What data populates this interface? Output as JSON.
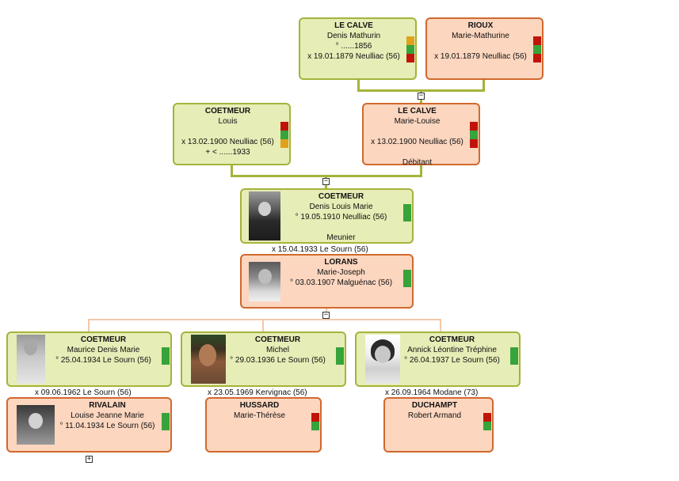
{
  "colors": {
    "male_bg": "#e6edb6",
    "male_border": "#a5b33a",
    "female_bg": "#fcd6bf",
    "female_border": "#d1692e",
    "flag_red": "#c0140a",
    "flag_green": "#37a33b",
    "flag_orange": "#e0a21b"
  },
  "toggles": {
    "collapse": "−",
    "expand": "+"
  },
  "persons": {
    "lecalve_denis": {
      "surname": "LE CALVE",
      "given": "Denis Mathurin",
      "l1": "° ......1856",
      "l2": "x 19.01.1879 Neulliac (56)"
    },
    "rioux": {
      "surname": "RIOUX",
      "given": "Marie-Mathurine",
      "l2": "x 19.01.1879 Neulliac (56)"
    },
    "coetmeur_louis": {
      "surname": "COETMEUR",
      "given": "Louis",
      "l2": "x 13.02.1900 Neulliac (56)",
      "l3": "+ < ......1933"
    },
    "lecalve_marielouise": {
      "surname": "LE CALVE",
      "given": "Marie-Louise",
      "l2": "x 13.02.1900 Neulliac (56)",
      "l3": "Débitant"
    },
    "coetmeur_denis": {
      "surname": "COETMEUR",
      "given": "Denis Louis Marie",
      "l1": "° 19.05.1910 Neulliac (56)",
      "l3": "Meunier"
    },
    "lorans": {
      "surname": "LORANS",
      "given": "Marie-Joseph",
      "l1": "° 03.03.1907 Malguénac (56)"
    },
    "coetmeur_maurice": {
      "surname": "COETMEUR",
      "given": "Maurice Denis Marie",
      "l1": "° 25.04.1934 Le Sourn (56)"
    },
    "coetmeur_michel": {
      "surname": "COETMEUR",
      "given": "Michel",
      "l1": "° 29.03.1936 Le Sourn (56)"
    },
    "coetmeur_annick": {
      "surname": "COETMEUR",
      "given": "Annick Léontine Tréphine",
      "l1": "° 26.04.1937 Le Sourn (56)"
    },
    "rivalain": {
      "surname": "RIVALAIN",
      "given": "Louise Jeanne Marie",
      "l1": "° 11.04.1934 Le Sourn (56)"
    },
    "hussard": {
      "surname": "HUSSARD",
      "given": "Marie-Thérèse"
    },
    "duchampt": {
      "surname": "DUCHAMPT",
      "given": "Robert Armand"
    }
  },
  "marriages": {
    "denis_lorans": "x 15.04.1933 Le Sourn (56)",
    "maurice_rivalain": "x 09.06.1962 Le Sourn (56)",
    "michel_hussard": "x 23.05.1969 Kervignac (56)",
    "annick_duchampt": "x 26.09.1964 Modane (73)"
  }
}
